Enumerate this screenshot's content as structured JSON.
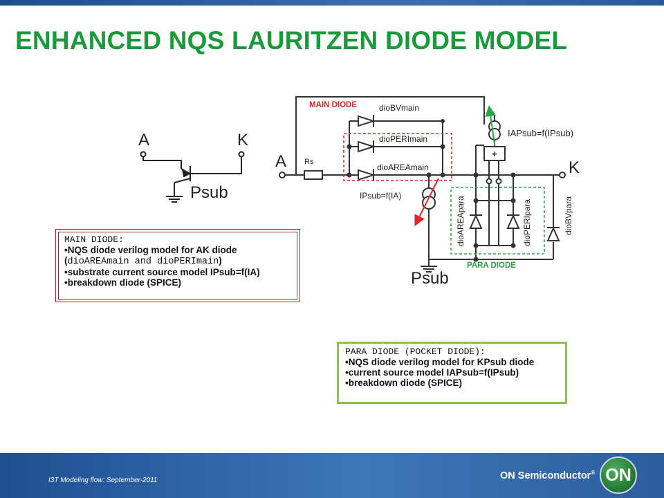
{
  "slide": {
    "title": "ENHANCED NQS LAURITZEN DIODE MODEL"
  },
  "diagram": {
    "symbol": {
      "anode": "A",
      "cathode": "K",
      "substrate": "Psub"
    },
    "circuit": {
      "anode": "A",
      "cathode": "K",
      "substrate": "Psub",
      "resistor": "Rs",
      "main_group": "MAIN DIODE",
      "para_group": "PARA DIODE",
      "diode_bv_main": "dioBVmain",
      "diode_peri_main": "dioPERImain",
      "diode_area_main": "dioAREAmain",
      "diode_area_para": "dioAREApara",
      "diode_peri_para": "dioPERIpara",
      "diode_bv_para": "dioBVpara",
      "source_iapsub": "IAPsub=f(IPsub)",
      "source_ipsub": "IPsub=f(IA)",
      "plus_sign": "+"
    },
    "colors": {
      "main_box": "#e0262a",
      "para_box": "#2ea043",
      "arrow_green": "#29a745",
      "arrow_red": "#e0262a"
    }
  },
  "notes": {
    "main": {
      "heading": "MAIN DIODE:",
      "line1": "•NQS diode verilog model for AK diode",
      "line2_open": "(",
      "line2_mono": "dioAREAmain and dioPERImain",
      "line2_close": ")",
      "line3": "•substrate current source model IPsub=f(IA)",
      "line4": "•breakdown diode (SPICE)"
    },
    "para": {
      "heading": "PARA DIODE (POCKET DIODE):",
      "line1": "•NQS diode verilog model for KPsub diode",
      "line2": "•current source  model IAPsub=f(IPsub)",
      "line3": "•breakdown diode (SPICE)"
    }
  },
  "footer": {
    "text": "I3T Modeling flow: September-2011",
    "brand": "ON Semiconductor",
    "registered": "®",
    "logo": "ON"
  }
}
